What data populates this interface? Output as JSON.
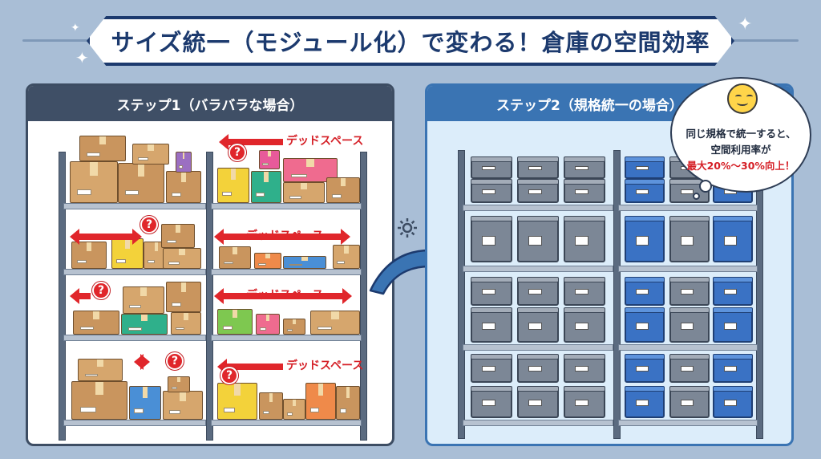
{
  "title": "サイズ統一（モジュール化）で変わる！倉庫の空間効率",
  "step1": {
    "header": "ステップ1（バラバラな場合）",
    "dead_space_label": "デッドスペース",
    "question_mark": "?"
  },
  "step2": {
    "header": "ステップ2（規格統一の場合）",
    "bubble": {
      "line1": "同じ規格で統一すると、",
      "line2": "空間利用率が",
      "line3": "最大20%～30%向上！"
    }
  },
  "colors": {
    "navy": "#1c3a6e",
    "dead_space_red": "#d51f26",
    "bin_gray": "#7c8796",
    "bin_blue": "#3a72c4",
    "cardboard": "#c9955e",
    "panel_blue": "#3a74b3"
  },
  "icons": [
    "sparkle-icon",
    "question-mark-icon",
    "red-arrow-icon",
    "gear-icon",
    "flow-arrow-icon",
    "smiley-icon"
  ]
}
